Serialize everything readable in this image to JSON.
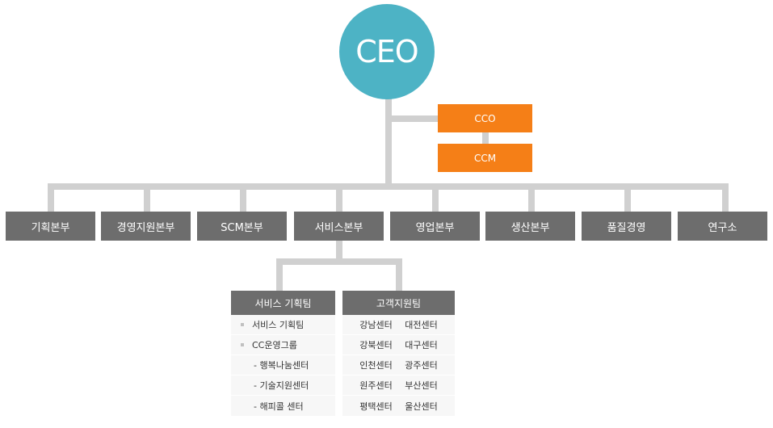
{
  "ceo": "CEO",
  "side": {
    "cco": "CCO",
    "ccm": "CCM"
  },
  "departments": [
    "기획본부",
    "경영지원본부",
    "SCM본부",
    "서비스본부",
    "영업본부",
    "생산본부",
    "품질경영",
    "연구소"
  ],
  "teams": {
    "service_planning": {
      "title": "서비스 기획팀",
      "items": [
        {
          "text": "서비스 기획팀"
        },
        {
          "text": "CC운영그룹"
        }
      ],
      "subitems": [
        "- 행복나눔센터",
        "- 기술지원센터",
        "- 해피콜 센터"
      ]
    },
    "customer_support": {
      "title": "고객지원팀",
      "rows": [
        [
          "강남센터",
          "대전센터"
        ],
        [
          "강북센터",
          "대구센터"
        ],
        [
          "인천센터",
          "광주센터"
        ],
        [
          "원주센터",
          "부산센터"
        ],
        [
          "평택센터",
          "울산센터"
        ]
      ]
    }
  }
}
